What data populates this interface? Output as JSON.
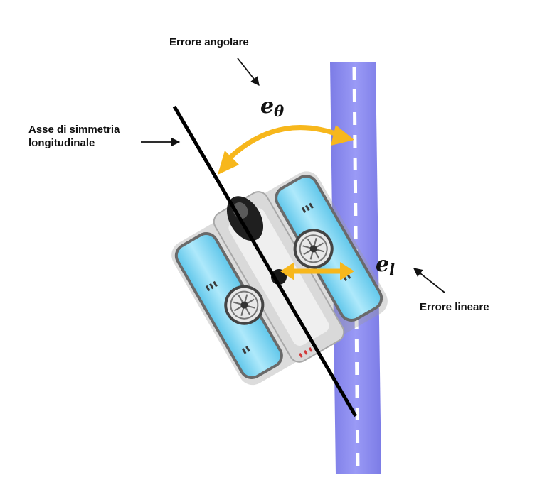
{
  "labels": {
    "angular_error": "Errore angolare",
    "symmetry_axis_line1": "Asse di simmetria",
    "symmetry_axis_line2": "longitudinale",
    "linear_error": "Errore lineare"
  },
  "symbols": {
    "angular": {
      "base": "e",
      "sub": "θ"
    },
    "linear": {
      "base": "e",
      "sub": "l"
    }
  },
  "colors": {
    "path": "#8c8cf2",
    "path_dash": "#ffffff",
    "axis_line": "#000000",
    "error_arrows": "#f7b71c",
    "robot_pontoon": "#7fd8f4",
    "robot_frame": "#d6d6d6",
    "label_arrows": "#111111"
  }
}
